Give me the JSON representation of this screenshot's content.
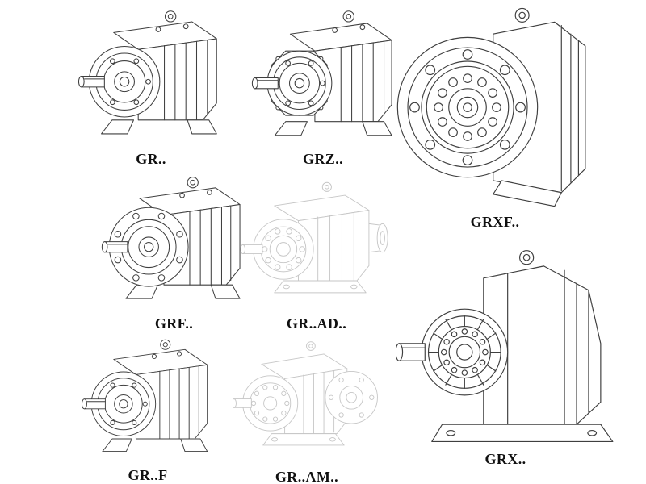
{
  "colors": {
    "background": "#ffffff",
    "line": "#3f3f3f",
    "faded_line": "#c6c6c6",
    "label_text": "#101010"
  },
  "catalog": {
    "items": [
      {
        "id": "gr",
        "label": "GR.."
      },
      {
        "id": "grz",
        "label": "GRZ.."
      },
      {
        "id": "grxf",
        "label": "GRXF.."
      },
      {
        "id": "grf",
        "label": "GRF.."
      },
      {
        "id": "gr-ad",
        "label": "GR..AD.."
      },
      {
        "id": "gr-f",
        "label": "GR..F"
      },
      {
        "id": "gr-am",
        "label": "GR..AM.."
      },
      {
        "id": "grx",
        "label": "GRX.."
      }
    ]
  }
}
